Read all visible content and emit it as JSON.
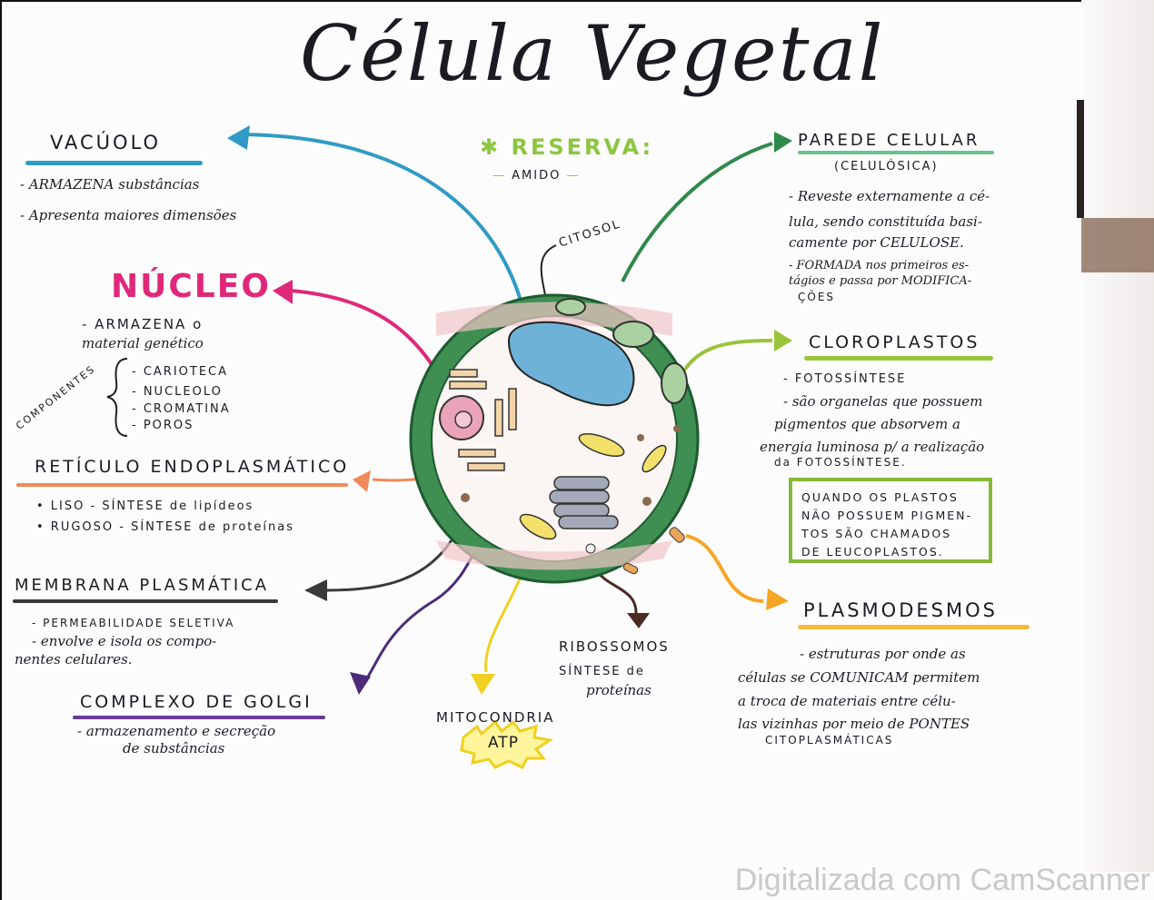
{
  "title": "Célula Vegetal",
  "reserva": {
    "label": "RESERVA:",
    "sub": "AMIDO"
  },
  "citosol": "CITOSOL",
  "vacuolo": {
    "title": "VACÚOLO",
    "items": [
      "- ARMAZENA substâncias",
      "- Apresenta maiores dimensões"
    ]
  },
  "nucleo": {
    "title": "NÚCLEO",
    "desc_1": "- ARMAZENA o",
    "desc_2": "material genético",
    "components_label": "COMPONENTES",
    "components": [
      "- CARIOTECA",
      "- NUCLEOLO",
      "- CROMATINA",
      "- POROS"
    ]
  },
  "reticulo": {
    "title": "RETÍCULO ENDOPLASMÁTICO",
    "items": [
      "• LISO - SÍNTESE de lipídeos",
      "• RUGOSO - SÍNTESE de proteínas"
    ]
  },
  "membrana": {
    "title": "MEMBRANA PLASMÁTICA",
    "items": [
      "- PERMEABILIDADE SELETIVA",
      "- envolve e isola os compo-",
      "nentes celulares."
    ]
  },
  "golgi": {
    "title": "COMPLEXO DE GOLGI",
    "items": [
      "- armazenamento e secreção",
      "de substâncias"
    ]
  },
  "mitocondria": {
    "title": "MITOCONDRIA",
    "badge": "ATP"
  },
  "ribossomos": {
    "title": "RIBOSSOMOS",
    "items": [
      "SÍNTESE de",
      "proteínas"
    ]
  },
  "parede": {
    "title": "PAREDE CELULAR",
    "subtitle": "(CELULÓSICA)",
    "items": [
      "- Reveste externamente a cé-",
      "lula, sendo constituída basi-",
      "camente por CELULOSE.",
      "- FORMADA nos primeiros es-",
      "tágios e passa por MODIFICA-",
      "ÇÕES"
    ]
  },
  "cloroplastos": {
    "title": "CLOROPLASTOS",
    "items": [
      "- FOTOSSÍNTESE",
      "- são organelas que possuem",
      "pigmentos que absorvem a",
      "energia luminosa p/ a realização",
      "da FOTOSSÍNTESE."
    ]
  },
  "leucoplastos_box": [
    "QUANDO OS PLASTOS",
    "NÃO POSSUEM PIGMEN-",
    "TOS SÃO CHAMADOS",
    "DE LEUCOPLASTOS."
  ],
  "plasmodesmos": {
    "title": "PLASMODESMOS",
    "items": [
      "- estruturas por onde as",
      "células se COMUNICAM permitem",
      "a troca de materiais entre célu-",
      "las vizinhas por meio de PONTES",
      "CITOPLASMÁTICAS"
    ]
  },
  "watermark": "Digitalizada com CamScanner",
  "colors": {
    "vacuolo": "#2f9bc4",
    "nucleo": "#e0287a",
    "reticulo": "#f08a5a",
    "membrana": "#3a3a3a",
    "golgi": "#4b2a7a",
    "mitocondria": "#f0d020",
    "ribossomos": "#4a2a22",
    "parede": "#2f8a4a",
    "cloroplastos": "#9ac43a",
    "plasmodesmos": "#f5a623",
    "reserva": "#8cc63f"
  }
}
